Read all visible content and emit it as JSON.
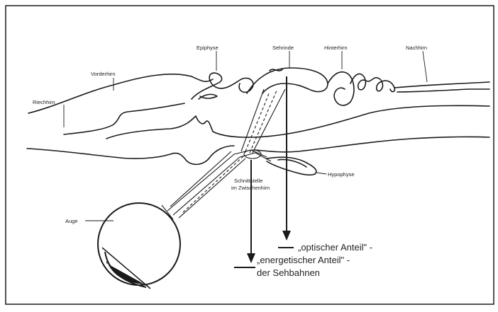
{
  "labels": {
    "riechhirn": "Riechhirn",
    "vorderhirn": "Vorderhirn",
    "epiphyse": "Epiphyse",
    "sehrinde": "Sehrinde",
    "hinterhirn": "Hinterhirn",
    "nachhirn": "Nachhirn",
    "hypophyse": "Hypophyse",
    "kreuzung_1": "Schnittstelle",
    "kreuzung_2": "im Zwischenhirn",
    "auge": "Auge"
  },
  "annotation": {
    "line1": "„optischer Anteil\" -",
    "line2": "„energetischer Anteil\" -",
    "line3": "der Sehbahnen"
  },
  "colors": {
    "ink": "#1a1a1a",
    "background": "#ffffff"
  }
}
